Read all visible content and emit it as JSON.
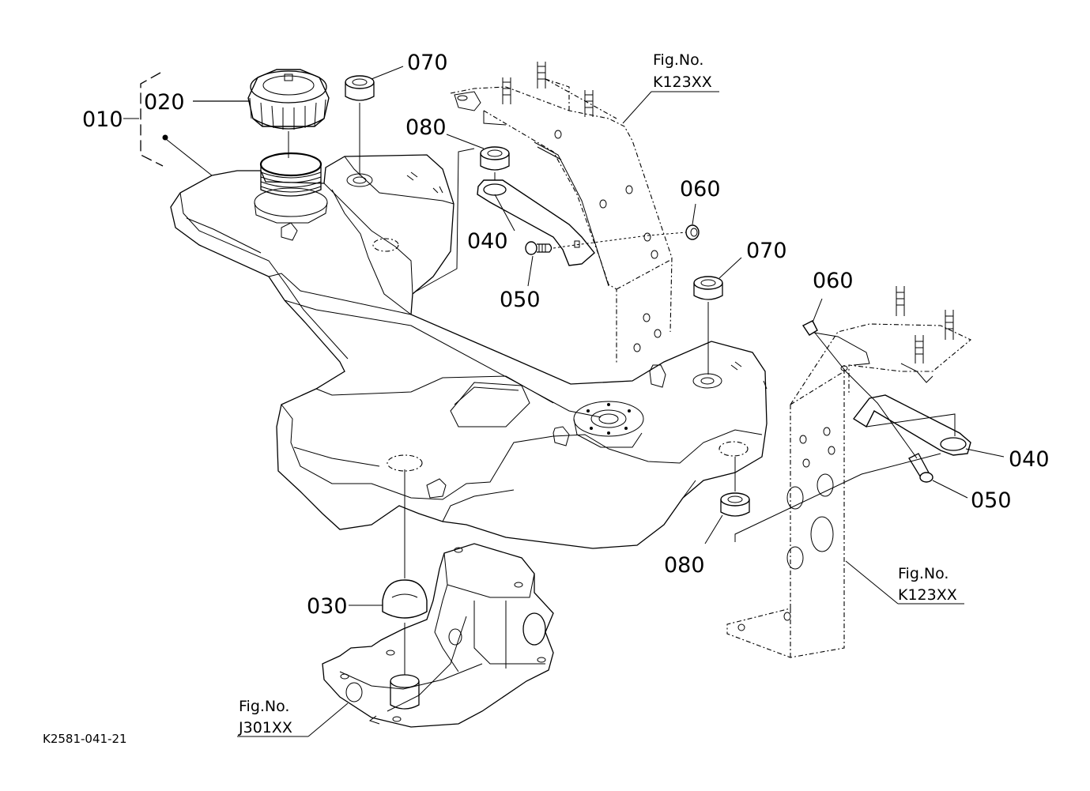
{
  "diagram": {
    "type": "exploded-parts-diagram",
    "colors": {
      "line": "#000000",
      "background": "#ffffff"
    },
    "drawing_code": "K2581-041-21",
    "callouts": [
      {
        "id": "010",
        "label": "010"
      },
      {
        "id": "020",
        "label": "020"
      },
      {
        "id": "030",
        "label": "030"
      },
      {
        "id": "040a",
        "label": "040"
      },
      {
        "id": "040b",
        "label": "040"
      },
      {
        "id": "050a",
        "label": "050"
      },
      {
        "id": "050b",
        "label": "050"
      },
      {
        "id": "060a",
        "label": "060"
      },
      {
        "id": "060b",
        "label": "060"
      },
      {
        "id": "070a",
        "label": "070"
      },
      {
        "id": "070b",
        "label": "070"
      },
      {
        "id": "080a",
        "label": "080"
      },
      {
        "id": "080b",
        "label": "080"
      }
    ],
    "figure_refs": [
      {
        "id": "fig-top",
        "line1": "Fig.No.",
        "line2": "K123XX"
      },
      {
        "id": "fig-right",
        "line1": "Fig.No.",
        "line2": "K123XX"
      },
      {
        "id": "fig-bottom",
        "line1": "Fig.No.",
        "line2": "J301XX"
      }
    ]
  }
}
